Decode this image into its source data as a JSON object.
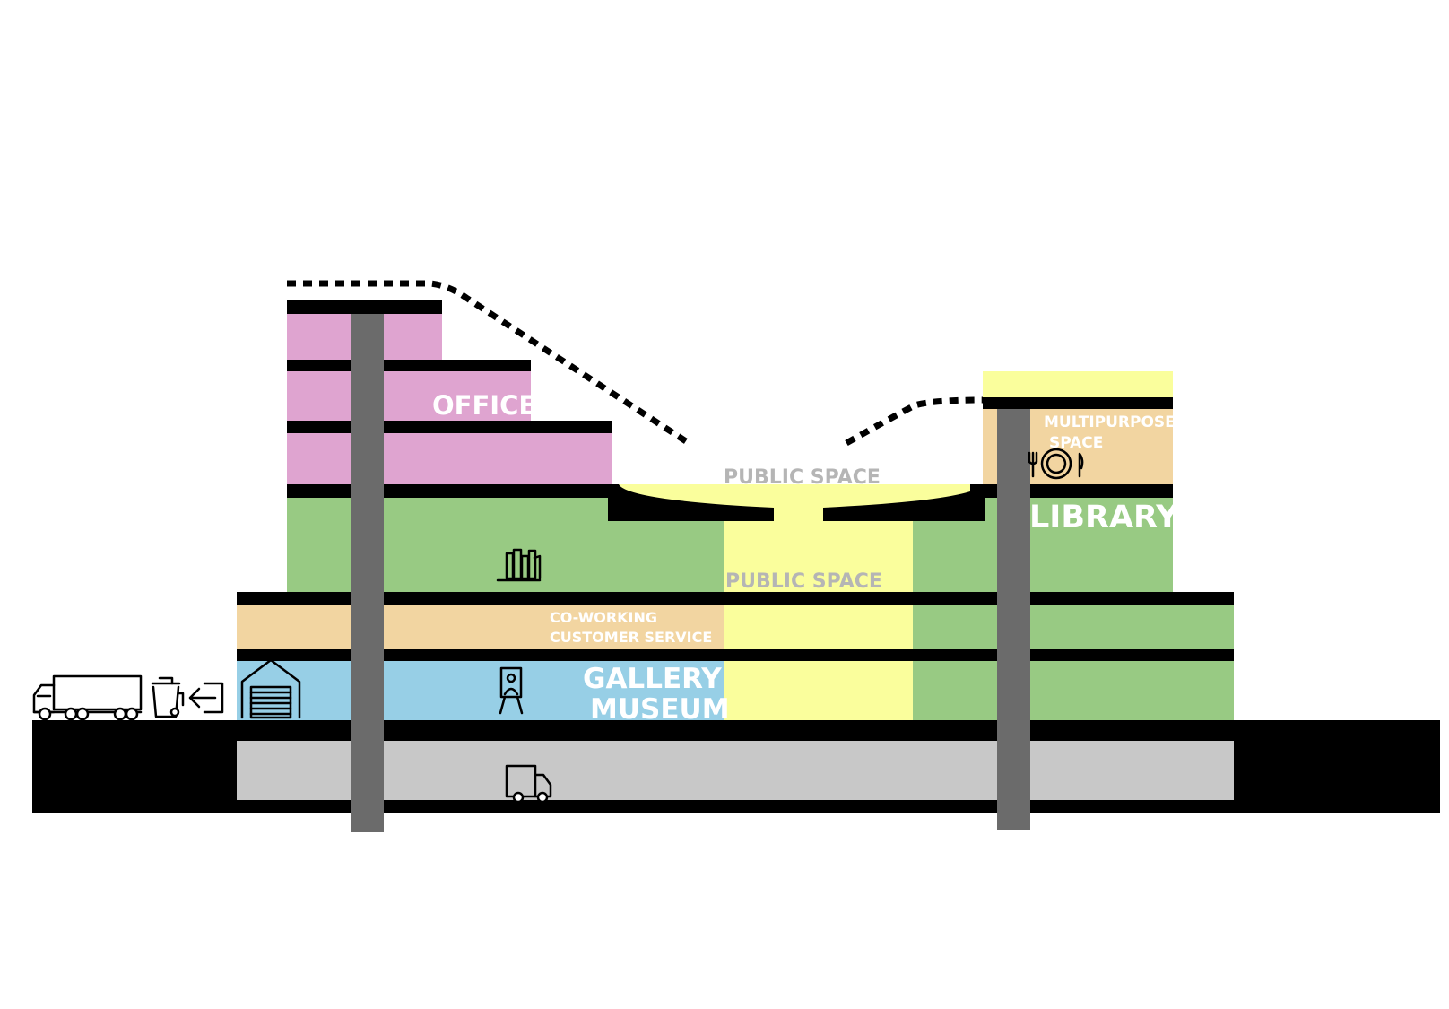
{
  "title": "Building section diagram",
  "colors": {
    "office": "#DFA4D0",
    "library": "#98CA83",
    "coworking": "#F2D5A1",
    "gallery": "#97CFE6",
    "public_space": "#FAFE9C",
    "basement": "#C8C8C8",
    "slab": "#000000",
    "core": "#6B6B6B",
    "label_on_color": "#FFFFFF",
    "label_public": "#B5B5B5"
  },
  "labels": {
    "office": "OFFICE",
    "library": "LIBRARY",
    "multipurpose_line1": "MULTIPURPOSE",
    "multipurpose_line2": "SPACE",
    "public_space_top": "PUBLIC SPACE",
    "public_space_mid": "PUBLIC SPACE",
    "coworking_line1": "CO-WORKING",
    "coworking_line2": "CUSTOMER SERVICE",
    "gallery_line1": "GALLERY",
    "museum_line2": "MUSEUM"
  },
  "icons": [
    "books-icon",
    "dining-icon",
    "painting-easel-icon",
    "truck-icon",
    "waste-bin-icon",
    "entry-arrow-icon",
    "garage-icon",
    "delivery-van-icon"
  ]
}
